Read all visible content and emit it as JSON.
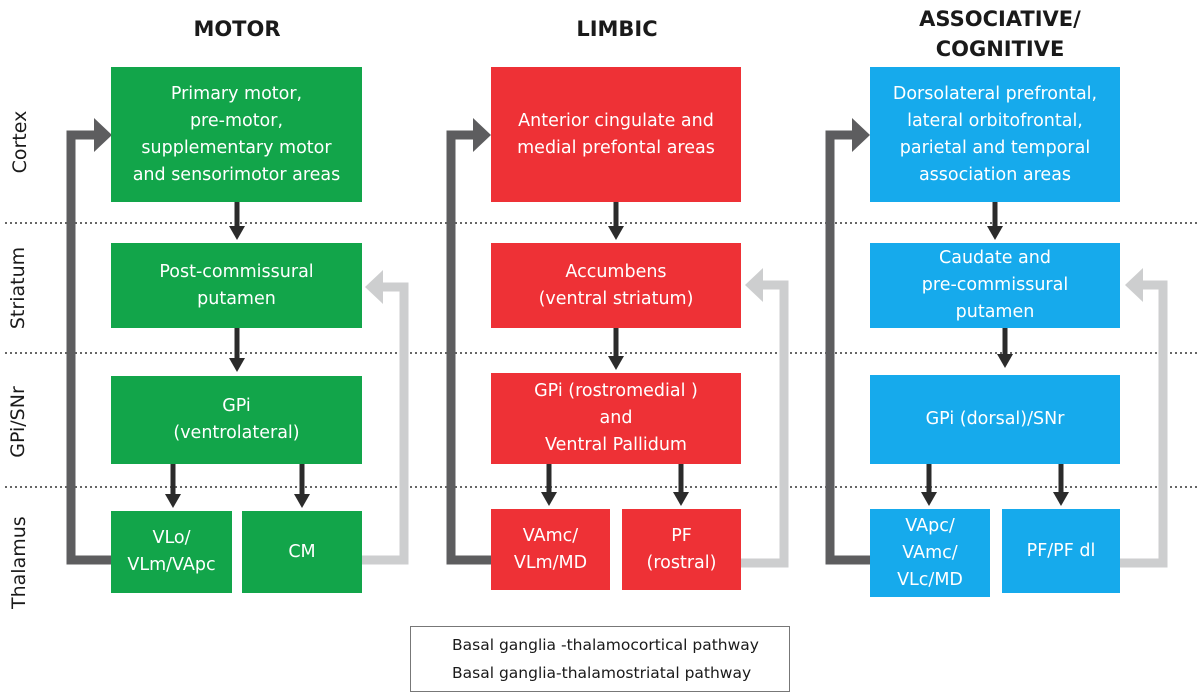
{
  "colors": {
    "motor": "#12a54a",
    "limbic": "#ee3136",
    "associative": "#16aaec",
    "thalamocortical_arrow": "#5d5d5f",
    "thalamostriatal_arrow": "#cdcecf",
    "flow_arrow": "#2b2b2b"
  },
  "rows": {
    "cortex": "Cortex",
    "striatum": "Striatum",
    "gpi_snr": "GPi/SNr",
    "thalamus": "Thalamus"
  },
  "columns": {
    "motor": {
      "title": "MOTOR",
      "cortex": "Primary motor,\npre-motor,\nsupplementary motor\nand sensorimotor areas",
      "striatum": "Post-commissural\nputamen",
      "gpi": "GPi\n(ventrolateral)",
      "thalamus_left": "VLo/\nVLm/VApc",
      "thalamus_right": "CM"
    },
    "limbic": {
      "title": "LIMBIC",
      "cortex": "Anterior cingulate and\nmedial prefontal areas",
      "striatum": "Accumbens\n(ventral striatum)",
      "gpi": "GPi (rostromedial )\nand\nVentral Pallidum",
      "thalamus_left": "VAmc/\nVLm/MD",
      "thalamus_right": "PF\n(rostral)"
    },
    "associative": {
      "title": "ASSOCIATIVE/\nCOGNITIVE",
      "cortex": "Dorsolateral prefrontal,\nlateral orbitofrontal,\nparietal  and temporal\nassociation areas",
      "striatum": "Caudate and\npre-commissural\nputamen",
      "gpi": "GPi (dorsal)/SNr",
      "thalamus_left": "VApc/\nVAmc/\nVLc/MD",
      "thalamus_right": "PF/PF dl"
    }
  },
  "legend": {
    "thalamocortical": "Basal ganglia -thalamocortical pathway",
    "thalamostriatal": "Basal ganglia-thalamostriatal pathway"
  }
}
